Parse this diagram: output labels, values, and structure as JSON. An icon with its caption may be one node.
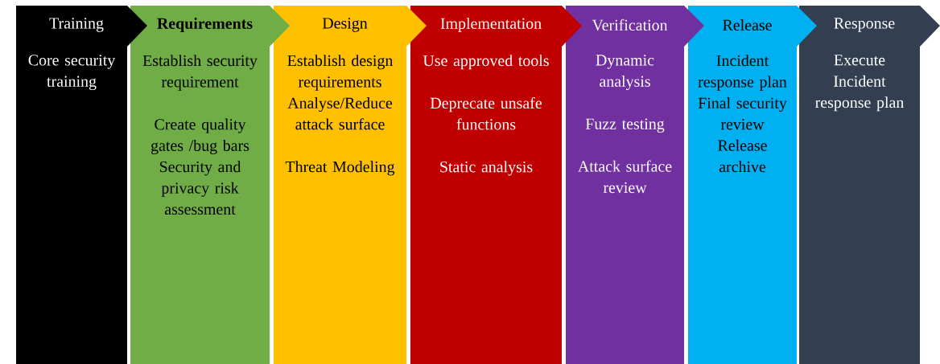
{
  "diagram": {
    "nodes": [
      {
        "text": [
          "Training",
          "Core security training"
        ]
      },
      {
        "text": [
          "Requirements",
          "Establish security requirement",
          "Create quality gates /bug bars",
          "Security and privacy risk assessment"
        ]
      },
      {
        "text": [
          "Design",
          "Establish design requirements",
          "Analyse/Reduce attack surface",
          "Threat Modeling"
        ]
      },
      {
        "text": [
          "Implementation",
          "Use approved tools",
          "Deprecate unsafe functions",
          "Static analysis"
        ]
      },
      {
        "text": [
          "Verification",
          "Dynamic analysis",
          "Fuzz testing",
          "Attack surface review"
        ]
      },
      {
        "text": [
          "Release",
          "Incident response plan",
          "Final security review",
          "Release archive"
        ]
      },
      {
        "text": [
          "Response",
          "Execute Incident response plan"
        ]
      }
    ]
  }
}
